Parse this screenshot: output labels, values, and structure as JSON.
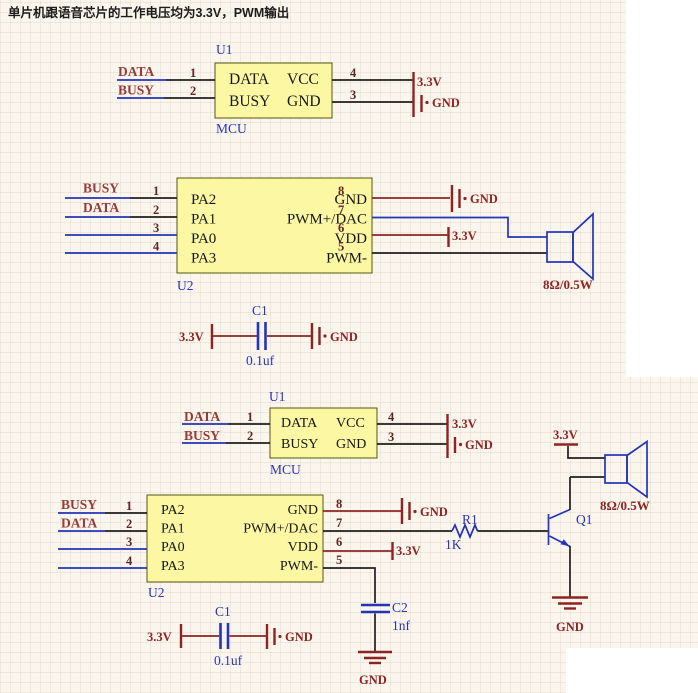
{
  "title": "单片机跟语音芯片的工作电压均为3.3V，PWM输出",
  "colors": {
    "background": "#faf6ee",
    "wire_blue": "#2334b8",
    "power_red": "#8e2323",
    "chip_fill": "#fbf7a3",
    "chip_border": "#55550f"
  },
  "labels": {
    "u1": "U1",
    "u2": "U2",
    "mcu": "MCU",
    "data": "DATA",
    "busy": "BUSY",
    "vcc": "VCC",
    "gnd": "GND",
    "v33": "3.3V",
    "pa2": "PA2",
    "pa1": "PA1",
    "pa0": "PA0",
    "pa3": "PA3",
    "pwm_dac": "PWM+/DAC",
    "vdd": "VDD",
    "pwm_minus": "PWM-",
    "c1": "C1",
    "c1_value": "0.1uf",
    "c2": "C2",
    "c2_value": "1nf",
    "r1": "R1",
    "r1_value": "1K",
    "q1": "Q1",
    "speaker": "8Ω/0.5W",
    "pin1": "1",
    "pin2": "2",
    "pin3": "3",
    "pin4": "4",
    "pin5": "5",
    "pin6": "6",
    "pin7": "7",
    "pin8": "8"
  }
}
